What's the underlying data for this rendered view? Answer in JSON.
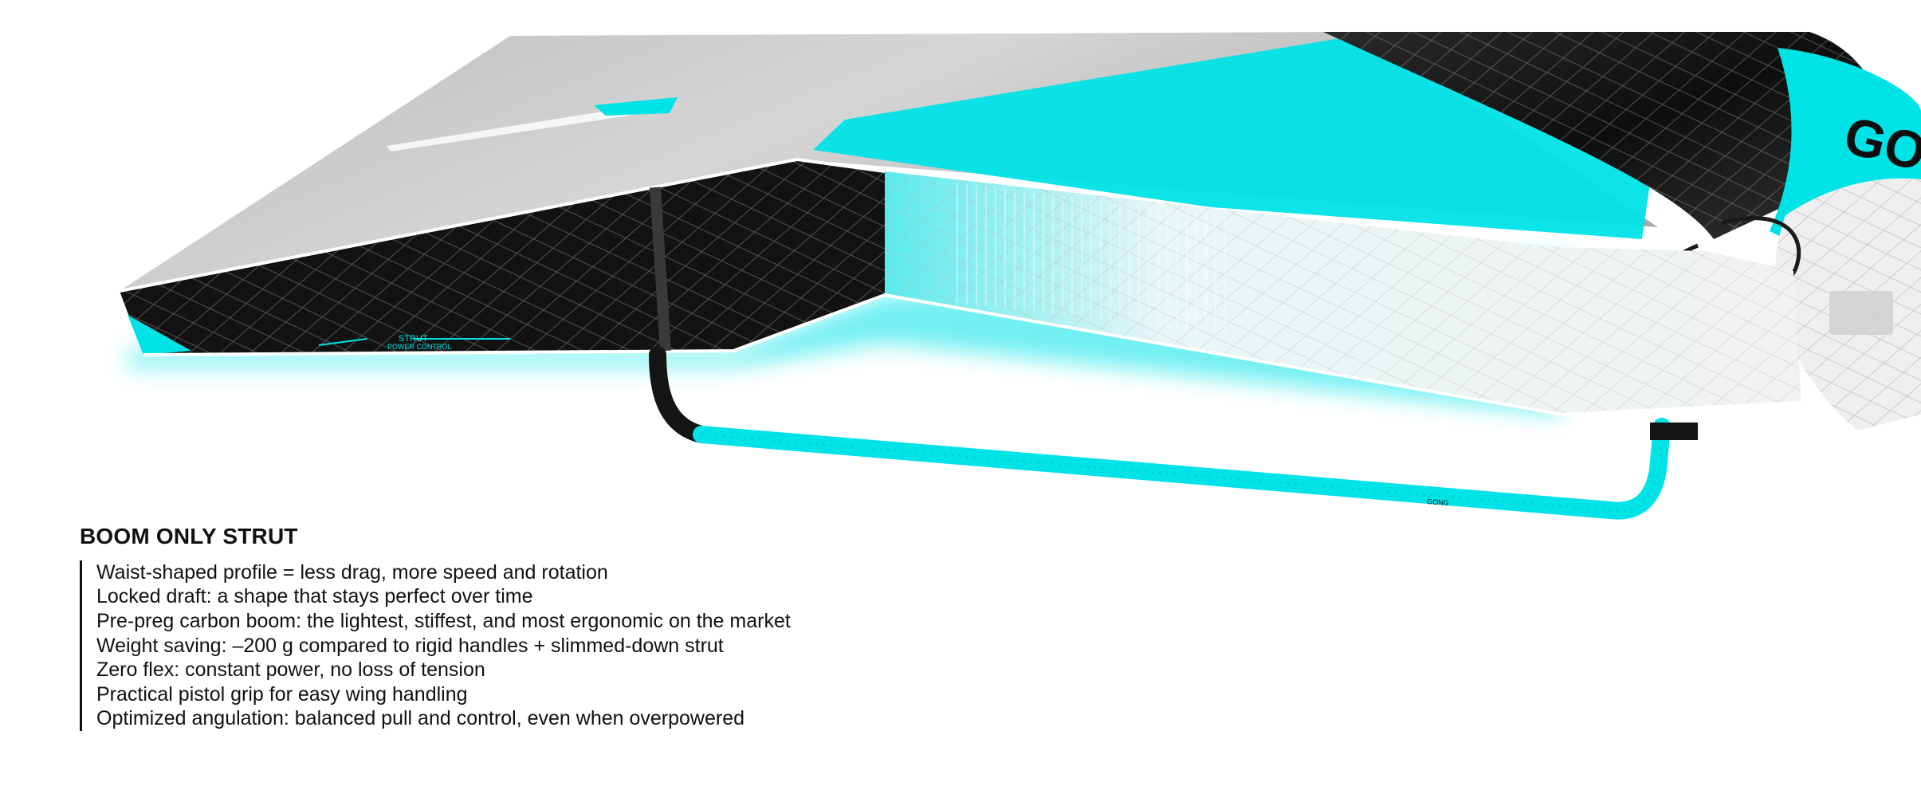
{
  "product": {
    "logo_text": "GONG",
    "boom_logo_text": "GONG",
    "strut_label": "STRUT",
    "strut_sublabel": "POWER CONTROL"
  },
  "feature": {
    "title": "BOOM ONLY STRUT",
    "items": [
      "Waist-shaped profile = less drag, more speed and rotation",
      "Locked draft: a shape that stays perfect over time",
      "Pre-preg carbon boom: the lightest, stiffest, and most ergonomic on the market",
      "Weight saving: –200 g compared to rigid handles + slimmed-down strut",
      "Zero flex: constant power, no loss of tension",
      "Practical pistol grip for easy wing handling",
      "Optimized angulation: balanced pull and control, even when overpowered"
    ]
  },
  "colors": {
    "accent_cyan": "#00e3e6",
    "carbon_black": "#141414",
    "canopy_grey": "#c9c9c9",
    "text": "#111111"
  }
}
